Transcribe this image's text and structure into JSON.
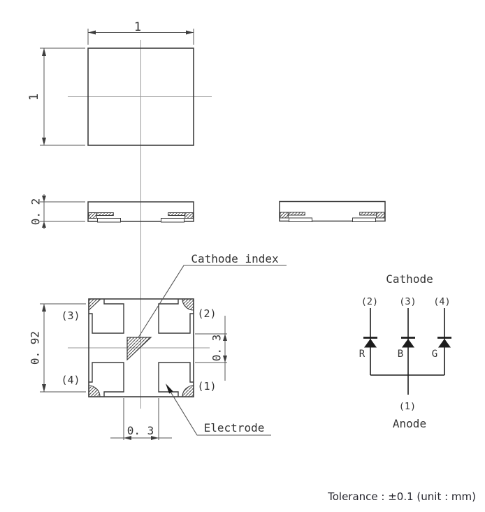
{
  "views": {
    "top": {
      "width_dim": "1",
      "height_dim": "1"
    },
    "side": {
      "thickness_dim": "0. 2"
    },
    "bottom": {
      "size_dim": "0. 92",
      "gap_dim_right": "0. 3",
      "gap_dim_bottom": "0. 3",
      "cathode_index_label": "Cathode index",
      "electrode_label": "Electrode",
      "pad_labels": {
        "p1": "(1)",
        "p2": "(2)",
        "p3": "(3)",
        "p4": "(4)"
      }
    }
  },
  "schematic": {
    "title": "Cathode",
    "anode_label": "Anode",
    "anode_pin": "(1)",
    "branches": [
      {
        "pin": "(2)",
        "color_label": "R"
      },
      {
        "pin": "(3)",
        "color_label": "B"
      },
      {
        "pin": "(4)",
        "color_label": "G"
      }
    ]
  },
  "notes": {
    "tolerance": "Tolerance : ±0.1 (unit : mm)"
  },
  "colors": {
    "line": "#3d3d3d",
    "centerline": "#9a9a9a",
    "dim": "#555555",
    "text": "#333333",
    "note_text": "#26262e",
    "bg": "#ffffff"
  }
}
